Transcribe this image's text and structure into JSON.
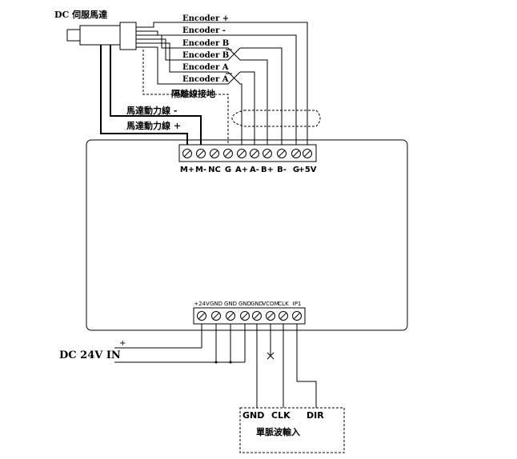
{
  "motor": {
    "label": "DC 伺服馬達"
  },
  "encoder_lines": [
    {
      "text": "Encoder +",
      "overline_char": ""
    },
    {
      "text": "Encoder -",
      "overline_char": ""
    },
    {
      "text": "Encoder B",
      "overline_char": ""
    },
    {
      "text": "Encoder B",
      "overline_char": "B"
    },
    {
      "text": "Encoder A",
      "overline_char": ""
    },
    {
      "text": "Encoder A",
      "overline_char": "A"
    }
  ],
  "shield_label": "隔離線接地",
  "power_lines": {
    "minus": "馬達動力線 -",
    "plus": "馬達動力線 +"
  },
  "top_connector": {
    "pins": [
      "M+",
      "M-",
      "NC",
      "G",
      "A+",
      "A-",
      "B+",
      "B-",
      "G",
      "+5V"
    ]
  },
  "bottom_connector": {
    "pins": [
      "+24V",
      "GND",
      "GND",
      "GND",
      "GND",
      "VCOM",
      "CLK",
      "IP1"
    ]
  },
  "dc_input": {
    "label": "DC 24V IN",
    "plus": "+",
    "minus": "_"
  },
  "pulse_box": {
    "pins": [
      "GND",
      "CLK",
      "DIR"
    ],
    "title": "單脈波輸入"
  }
}
